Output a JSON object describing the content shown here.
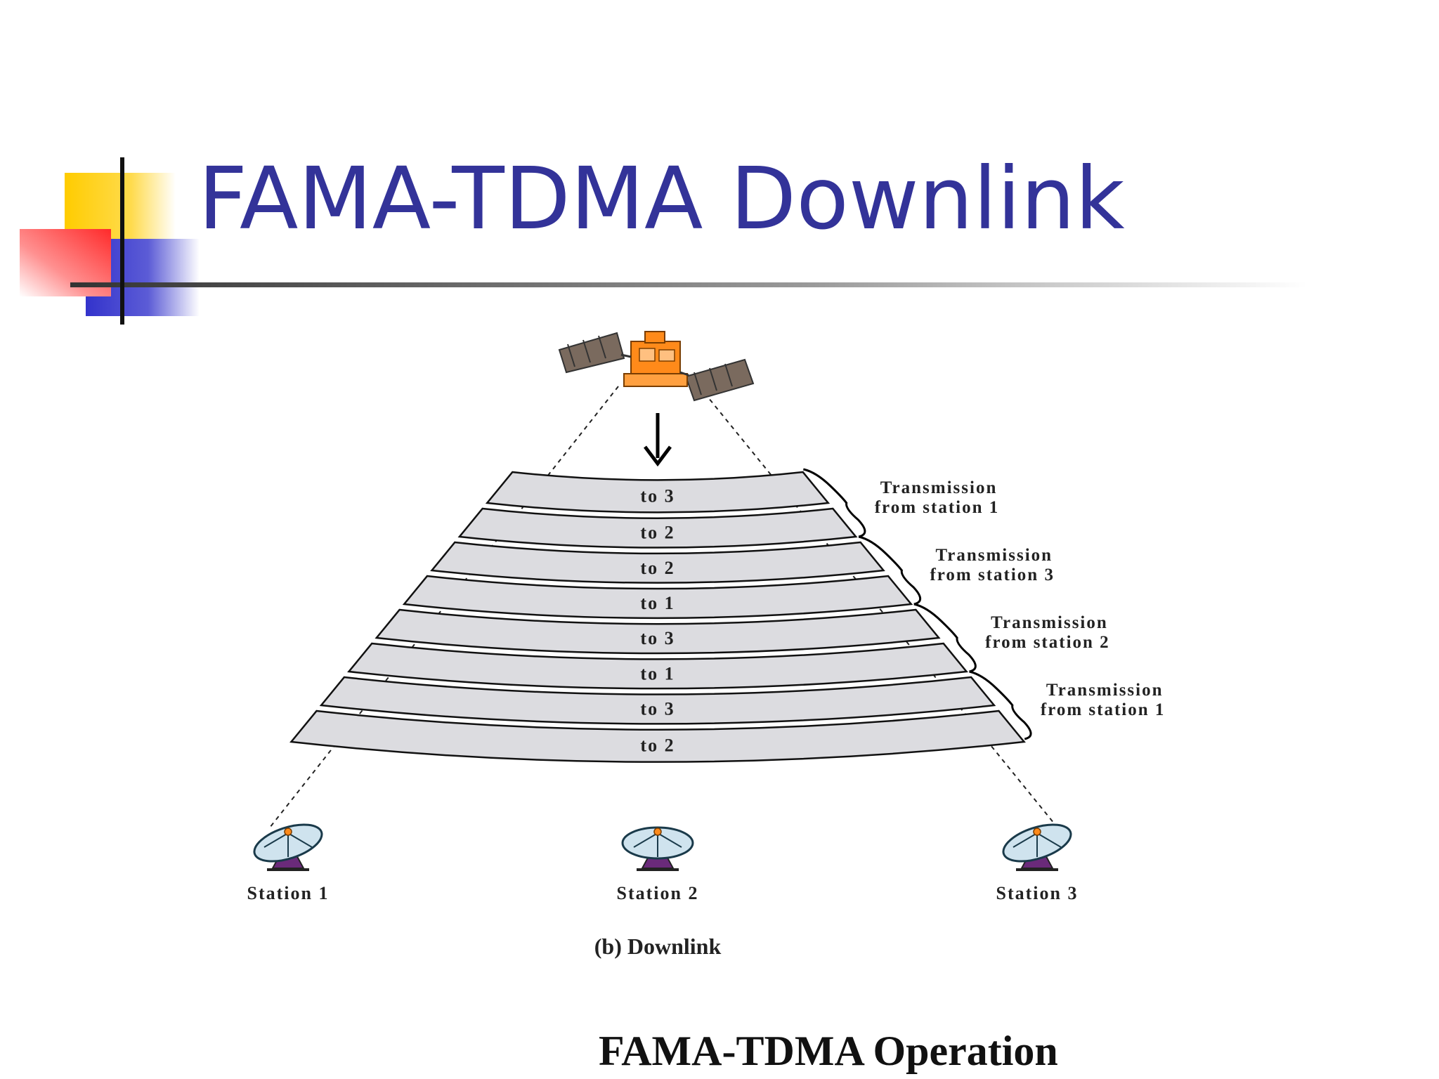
{
  "slide": {
    "title": "FAMA-TDMA Downlink",
    "footer_caption": "FAMA-TDMA Operation"
  },
  "diagram": {
    "caption": "(b) Downlink",
    "bands": [
      {
        "label": "to 3"
      },
      {
        "label": "to 2"
      },
      {
        "label": "to 2"
      },
      {
        "label": "to 1"
      },
      {
        "label": "to 3"
      },
      {
        "label": "to 1"
      },
      {
        "label": "to 3"
      },
      {
        "label": "to 2"
      }
    ],
    "transmissions": [
      {
        "line1": "Transmission",
        "line2": "from station 1"
      },
      {
        "line1": "Transmission",
        "line2": "from station 3"
      },
      {
        "line1": "Transmission",
        "line2": "from station 2"
      },
      {
        "line1": "Transmission",
        "line2": "from station 1"
      }
    ],
    "stations": [
      {
        "label": "Station 1"
      },
      {
        "label": "Station 2"
      },
      {
        "label": "Station 3"
      }
    ]
  },
  "colors": {
    "title": "#333399",
    "accent_yellow": "#ffcc00",
    "accent_red": "#ff3333",
    "accent_blue": "#3333cc",
    "band_fill": "#dcdce0",
    "satellite_body": "#ff8a1a",
    "solar_panel": "#7a6a5e",
    "dish": "#cfe3ee"
  },
  "icons": [
    "satellite-icon",
    "satellite-dish-icon",
    "down-arrow-icon",
    "curly-brace-icon"
  ]
}
